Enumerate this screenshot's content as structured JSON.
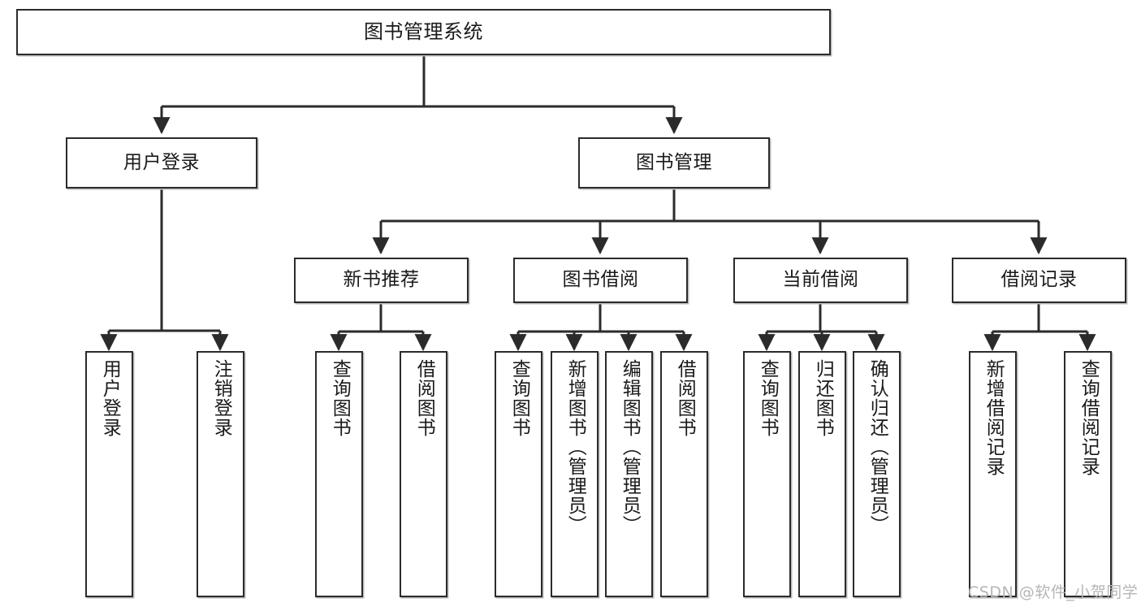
{
  "diagram": {
    "type": "tree-hierarchy",
    "title": "图书管理系统",
    "watermark": "CSDN @软件_小贺同学",
    "colors": {
      "box_border": "#2b2b2b",
      "box_fill": "#ffffff",
      "edge": "#2b2b2b",
      "text": "#1a1a1a",
      "watermark": "#b5b5b5"
    },
    "nodes": {
      "root": {
        "label": "图书管理系统"
      },
      "level2": [
        {
          "label": "用户登录"
        },
        {
          "label": "图书管理"
        }
      ],
      "level3": [
        {
          "label": "新书推荐"
        },
        {
          "label": "图书借阅"
        },
        {
          "label": "当前借阅"
        },
        {
          "label": "借阅记录"
        }
      ],
      "leaves_user_login": [
        {
          "label": "用户登录"
        },
        {
          "label": "注销登录"
        }
      ],
      "leaves_new_book": [
        {
          "label": "查询图书"
        },
        {
          "label": "借阅图书"
        }
      ],
      "leaves_borrow": [
        {
          "label": "查询图书"
        },
        {
          "label": "新增图书（管理员）"
        },
        {
          "label": "编辑图书（管理员）"
        },
        {
          "label": "借阅图书"
        }
      ],
      "leaves_current": [
        {
          "label": "查询图书"
        },
        {
          "label": "归还图书"
        },
        {
          "label": "确认归还（管理员）"
        }
      ],
      "leaves_record": [
        {
          "label": "新增借阅记录"
        },
        {
          "label": "查询借阅记录"
        }
      ]
    }
  }
}
